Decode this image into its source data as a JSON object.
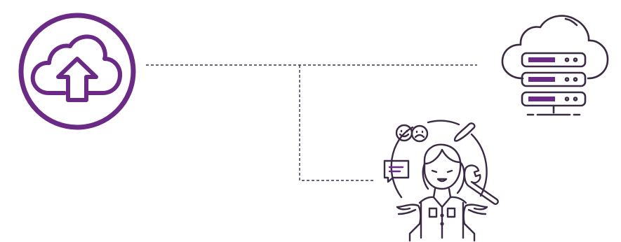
{
  "colors": {
    "accent": "#6b2a86",
    "line": "#3f2a4f",
    "icon_outline": "#3a2a44",
    "background": "#ffffff"
  },
  "nodes": [
    {
      "id": "upload",
      "icon": "cloud-upload-icon"
    },
    {
      "id": "server",
      "icon": "cloud-server-icon"
    },
    {
      "id": "support",
      "icon": "customer-support-icon"
    }
  ],
  "connectors": [
    {
      "from": "upload",
      "to": "server",
      "style": "dashed"
    },
    {
      "from": "upload",
      "to": "support",
      "style": "dashed"
    }
  ]
}
